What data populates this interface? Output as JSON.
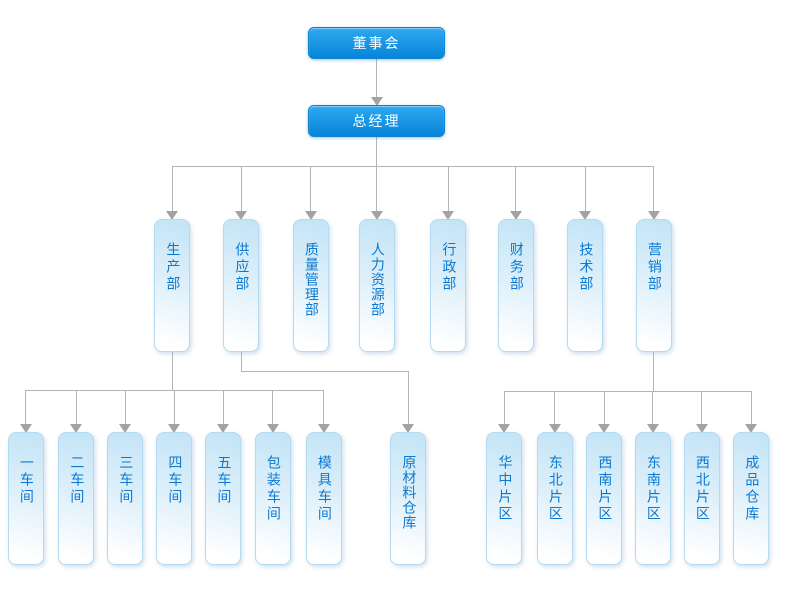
{
  "page": {
    "background": "#ffffff"
  },
  "org": {
    "title": "org-chart",
    "nodes": [
      {
        "id": "board",
        "label": "董事会",
        "parent": null,
        "kind": "primary"
      },
      {
        "id": "gm",
        "label": "总经理",
        "parent": "board",
        "kind": "primary"
      },
      {
        "id": "production",
        "label": "生产部",
        "parent": "gm",
        "kind": "dept"
      },
      {
        "id": "supply",
        "label": "供应部",
        "parent": "gm",
        "kind": "dept"
      },
      {
        "id": "quality",
        "label": "质量管理部",
        "parent": "gm",
        "kind": "dept"
      },
      {
        "id": "hr",
        "label": "人力资源部",
        "parent": "gm",
        "kind": "dept"
      },
      {
        "id": "admin",
        "label": "行政部",
        "parent": "gm",
        "kind": "dept"
      },
      {
        "id": "finance",
        "label": "财务部",
        "parent": "gm",
        "kind": "dept"
      },
      {
        "id": "tech",
        "label": "技术部",
        "parent": "gm",
        "kind": "dept"
      },
      {
        "id": "marketing",
        "label": "营销部",
        "parent": "gm",
        "kind": "dept"
      },
      {
        "id": "workshop-1",
        "label": "一车间",
        "parent": "production",
        "kind": "sub"
      },
      {
        "id": "workshop-2",
        "label": "二车间",
        "parent": "production",
        "kind": "sub"
      },
      {
        "id": "workshop-3",
        "label": "三车间",
        "parent": "production",
        "kind": "sub"
      },
      {
        "id": "workshop-4",
        "label": "四车间",
        "parent": "production",
        "kind": "sub"
      },
      {
        "id": "workshop-5",
        "label": "五车间",
        "parent": "production",
        "kind": "sub"
      },
      {
        "id": "packing-workshop",
        "label": "包装车间",
        "parent": "production",
        "kind": "sub"
      },
      {
        "id": "mold-workshop",
        "label": "模具车间",
        "parent": "production",
        "kind": "sub"
      },
      {
        "id": "raw-material-warehouse",
        "label": "原材料仓库",
        "parent": "supply",
        "kind": "sub"
      },
      {
        "id": "huazhong-region",
        "label": "华中片区",
        "parent": "marketing",
        "kind": "sub"
      },
      {
        "id": "dongbei-region",
        "label": "东北片区",
        "parent": "marketing",
        "kind": "sub"
      },
      {
        "id": "xinan-region",
        "label": "西南片区",
        "parent": "marketing",
        "kind": "sub"
      },
      {
        "id": "dongnan-region",
        "label": "东南片区",
        "parent": "marketing",
        "kind": "sub"
      },
      {
        "id": "xibei-region",
        "label": "西北片区",
        "parent": "marketing",
        "kind": "sub"
      },
      {
        "id": "finished-goods-warehouse",
        "label": "成品仓库",
        "parent": "marketing",
        "kind": "sub"
      }
    ]
  },
  "colors": {
    "primary_top": "#2fa8ee",
    "primary_bottom": "#0685d9",
    "primary_text": "#ffffff",
    "dept_top": "#c2e4f6",
    "dept_bottom": "#ffffff",
    "dept_border": "#b3daf0",
    "dept_text": "#0c79d0",
    "connector_line": "#b5b5b5",
    "connector_arrow": "#a3a3a3"
  }
}
